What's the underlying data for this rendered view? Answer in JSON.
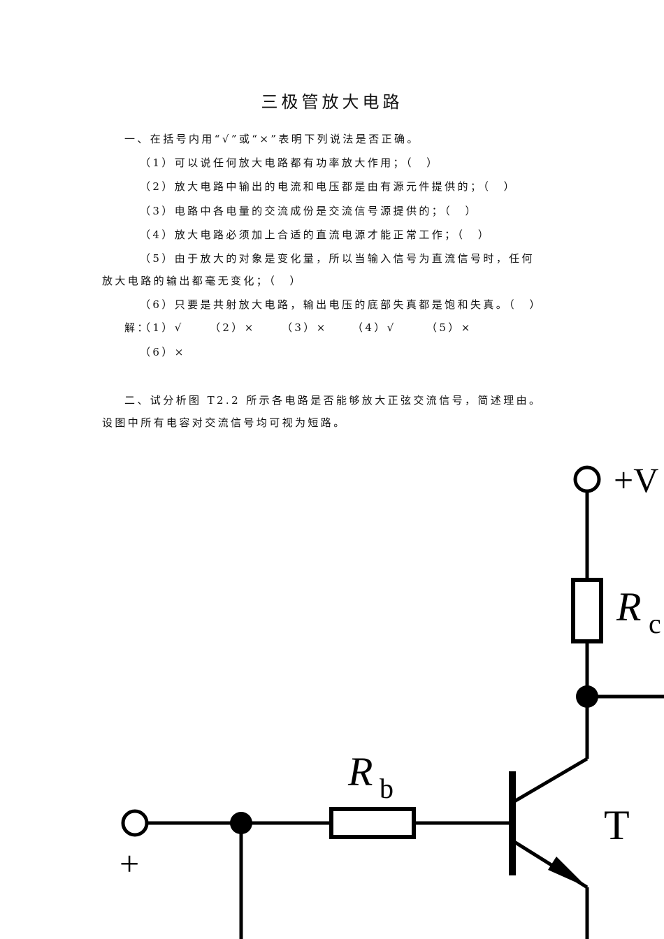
{
  "title": "三极管放大电路",
  "section1": {
    "heading": "一、在括号内用“√”或“×”表明下列说法是否正确。",
    "items": [
      "（1）可以说任何放大电路都有功率放大作用；（　）",
      "（2）放大电路中输出的电流和电压都是由有源元件提供的；（　）",
      "（3）电路中各电量的交流成份是交流信号源提供的；（　）",
      "（4）放大电路必须加上合适的直流电源才能正常工作；（　）",
      "（5）由于放大的对象是变化量，所以当输入信号为直流信号时，任何",
      "放大电路的输出都毫无变化；（　）",
      "（6）只要是共射放大电路，输出电压的底部失真都是饱和失真。（　）"
    ],
    "answer": {
      "label": "解：",
      "entries": [
        "（1）√",
        "（2）×",
        "（3）×",
        "（4）√",
        "（5）×",
        "（6）×"
      ]
    }
  },
  "section2": {
    "line1": "二、试分析图 T2.2 所示各电路是否能够放大正弦交流信号，简述理由。",
    "line2": "设图中所有电容对交流信号均可视为短路。"
  },
  "circuit": {
    "supply_label": "+V",
    "rc_main": "R",
    "rc_sub": "c",
    "rb_main": "R",
    "rb_sub": "b",
    "transistor_label": "T",
    "input_plus": "+"
  }
}
